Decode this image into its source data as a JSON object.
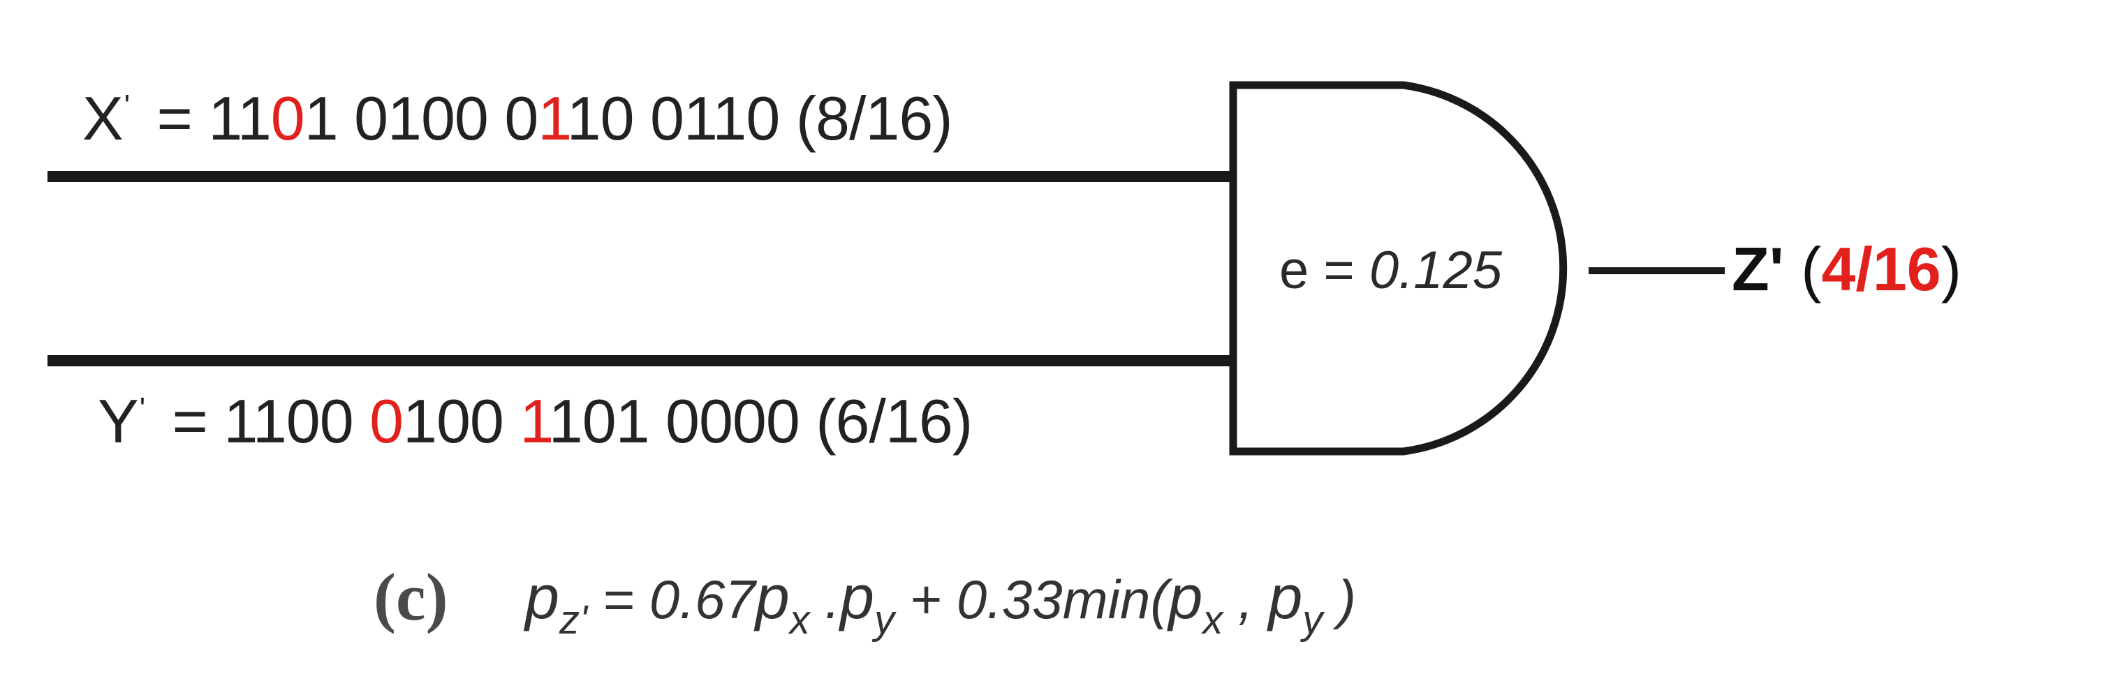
{
  "inputs": {
    "x": {
      "name": "X",
      "prime": "'",
      "equals": " = ",
      "bits": [
        {
          "text": "11",
          "highlight": false
        },
        {
          "text": "0",
          "highlight": true
        },
        {
          "text": "1 0100 0",
          "highlight": false
        },
        {
          "text": "1",
          "highlight": true
        },
        {
          "text": "10 0110",
          "highlight": false
        }
      ],
      "fraction": "(8/16)"
    },
    "y": {
      "name": "Y",
      "prime": "'",
      "equals": " = ",
      "bits": [
        {
          "text": "1100 ",
          "highlight": false
        },
        {
          "text": "0",
          "highlight": true
        },
        {
          "text": "100 ",
          "highlight": false
        },
        {
          "text": "1",
          "highlight": true
        },
        {
          "text": "101 0000",
          "highlight": false
        }
      ],
      "fraction": "(6/16)"
    }
  },
  "gate": {
    "type": "AND",
    "error_label": "e = ",
    "error_value": "0.125"
  },
  "output": {
    "name": "Z'",
    "open": "(",
    "value": "4/16",
    "close": ")"
  },
  "caption": {
    "tag": "(c)",
    "formula": {
      "lhs_p": "p",
      "lhs_sub": "z'",
      "eq": " = 0.67",
      "p1": "p",
      "sub1": "x",
      "dot": " .",
      "p2": "p",
      "sub2": "y",
      "plus": " + 0.33min(",
      "p3": "p",
      "sub3": "x",
      "comma": " , ",
      "p4": "p",
      "sub4": "y",
      "close": " )"
    }
  },
  "colors": {
    "highlight": "#e3211c",
    "line": "#1a1a1a"
  }
}
